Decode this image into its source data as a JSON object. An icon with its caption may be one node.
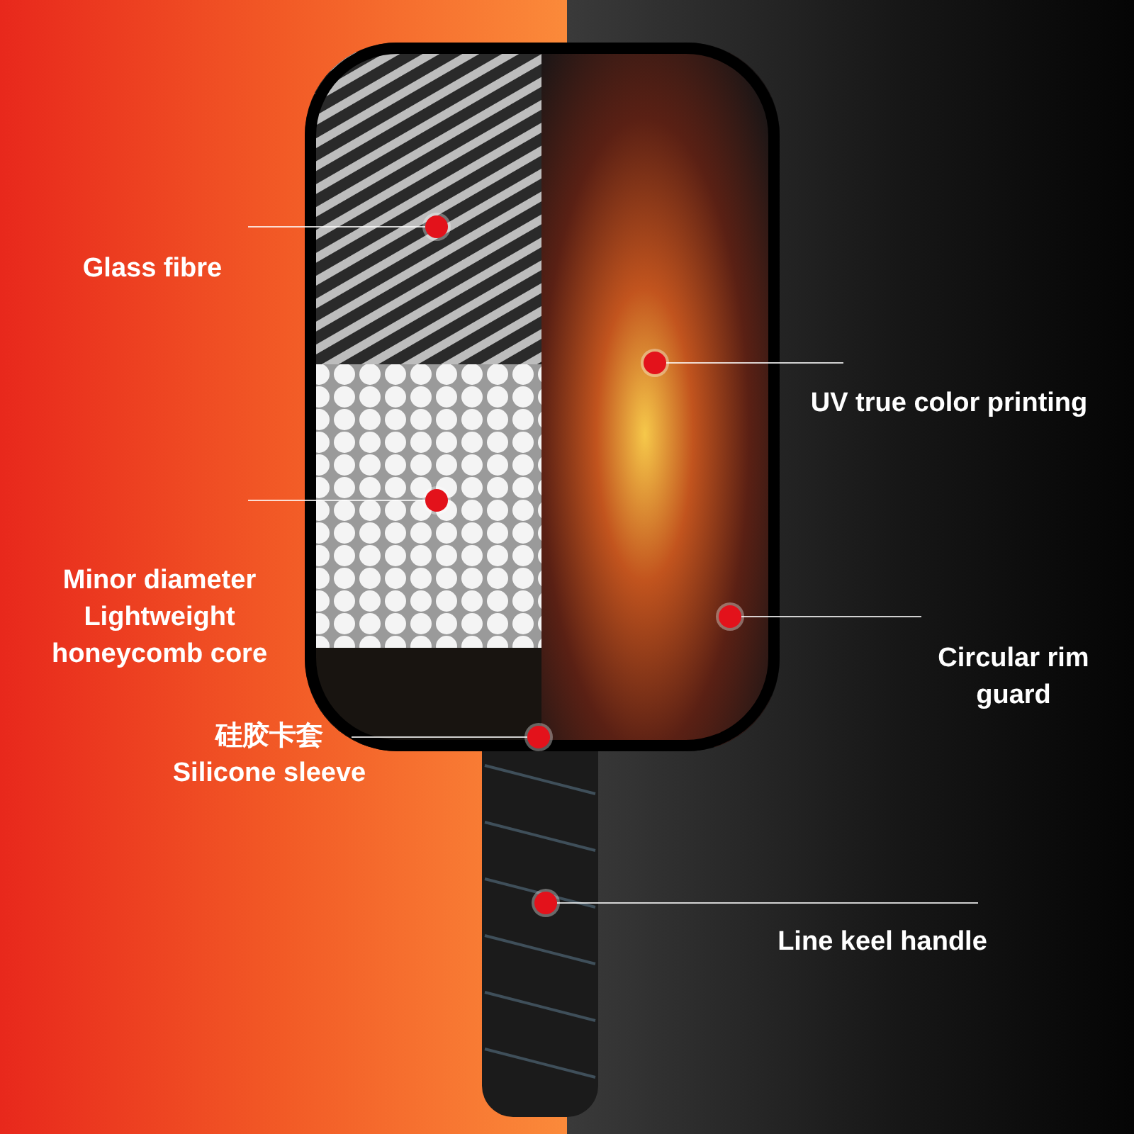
{
  "diagram": {
    "nodes": [
      {
        "text": [
          "Glass fibre"
        ]
      },
      {
        "text": [],
        "shape": "circle"
      },
      {
        "text": [
          "UV true color printing"
        ]
      },
      {
        "text": [],
        "shape": "circle"
      },
      {
        "text": [
          "Minor diameter Lightweight honeycomb core"
        ]
      },
      {
        "text": [],
        "shape": "circle"
      },
      {
        "text": [
          "Circular rim guard"
        ]
      },
      {
        "text": [],
        "shape": "circle"
      },
      {
        "text": [
          "硅胶卡套",
          "Silicone sleeve"
        ]
      },
      {
        "text": [],
        "shape": "circle"
      },
      {
        "text": [
          "Line keel handle"
        ]
      },
      {
        "text": [],
        "shape": "circle"
      }
    ],
    "edges": [
      {
        "from": 0,
        "to": 1,
        "arrow": "none"
      },
      {
        "from": 2,
        "to": 3,
        "arrow": "none"
      },
      {
        "from": 4,
        "to": 5,
        "arrow": "none"
      },
      {
        "from": 6,
        "to": 7,
        "arrow": "none"
      },
      {
        "from": 8,
        "to": 9,
        "arrow": "none"
      },
      {
        "from": 10,
        "to": 11,
        "arrow": "none"
      }
    ]
  }
}
